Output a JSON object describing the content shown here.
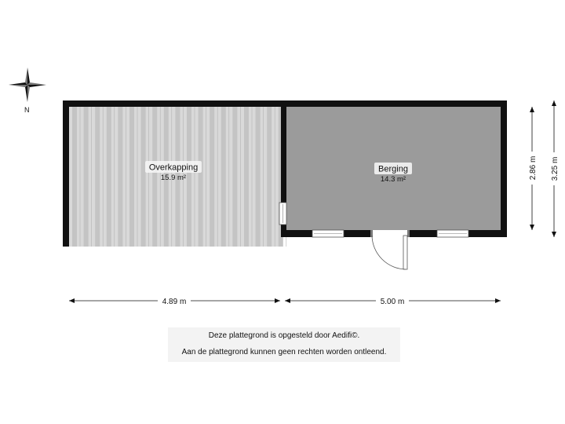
{
  "compass": {
    "north_label": "N"
  },
  "rooms": [
    {
      "name": "Overkapping",
      "area": "15.9 m²",
      "fill": "#d9d9d9"
    },
    {
      "name": "Berging",
      "area": "14.3 m²",
      "fill": "#9b9b9b"
    }
  ],
  "dimensions": {
    "width_left": "4.89 m",
    "width_right": "5.00 m",
    "height_inner": "2.86 m",
    "height_outer": "3.25 m"
  },
  "credits": {
    "line1": "Deze plattegrond is opgesteld door Aedifi©.",
    "line2": "Aan de plattegrond kunnen geen rechten worden ontleend."
  },
  "colors": {
    "wall": "#111111",
    "overkapping_fill": "#d9d9d9",
    "berging_fill": "#9b9b9b"
  }
}
